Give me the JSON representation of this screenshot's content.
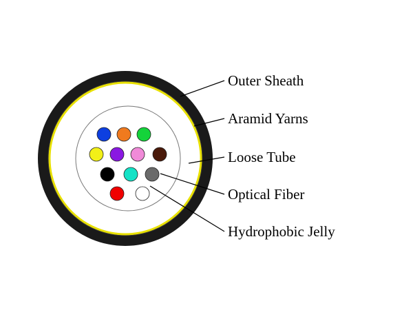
{
  "diagram": {
    "labels": {
      "outer_sheath": "Outer Sheath",
      "aramid_yarns": "Aramid Yarns",
      "loose_tube": "Loose Tube",
      "optical_fiber": "Optical Fiber",
      "hydrophobic_jelly": "Hydrophobic Jelly"
    },
    "colors": {
      "sheath": "#1a1a1a",
      "yarn_ring": "#e8e000",
      "background": "#ffffff",
      "outline": "#777777"
    },
    "fibers": [
      {
        "name": "fiber-blue",
        "color": "#0d3fe0"
      },
      {
        "name": "fiber-orange",
        "color": "#f07a1e"
      },
      {
        "name": "fiber-green",
        "color": "#14d33a"
      },
      {
        "name": "fiber-yellow",
        "color": "#f2f018"
      },
      {
        "name": "fiber-violet",
        "color": "#8a18e2"
      },
      {
        "name": "fiber-pink",
        "color": "#f08ad8"
      },
      {
        "name": "fiber-brown",
        "color": "#4a1a0a"
      },
      {
        "name": "fiber-black",
        "color": "#000000"
      },
      {
        "name": "fiber-aqua",
        "color": "#14e2c6"
      },
      {
        "name": "fiber-slate",
        "color": "#6a6a6a"
      },
      {
        "name": "fiber-red",
        "color": "#f00000"
      },
      {
        "name": "fiber-white",
        "color": "#ffffff"
      }
    ]
  }
}
